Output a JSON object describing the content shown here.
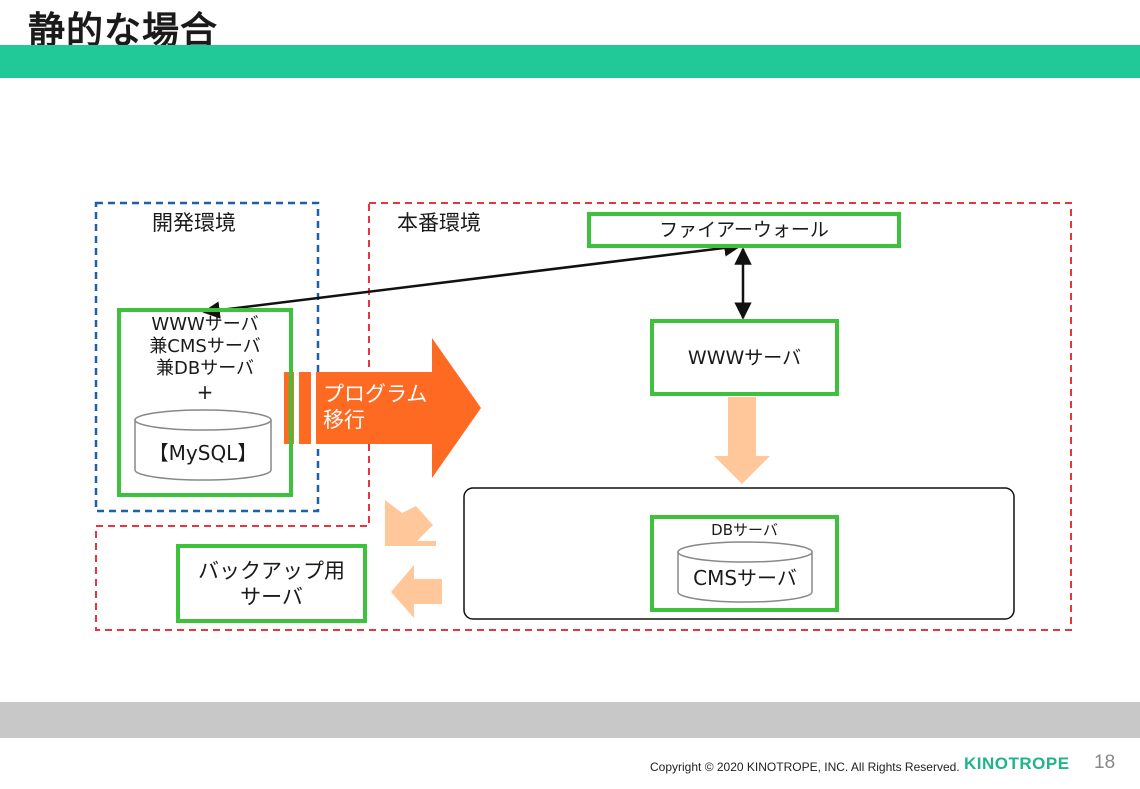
{
  "title": "静的な場合",
  "dev_env_label": "開発環境",
  "prod_env_label": "本番環境",
  "dev_server": {
    "line1": "WWWサーバ",
    "line2": "兼CMSサーバ",
    "line3": "兼DBサーバ",
    "plus": "+",
    "db": "【MySQL】"
  },
  "firewall": "ファイアーウォール",
  "www_server": "WWWサーバ",
  "db_server": {
    "label": "DBサーバ",
    "db": "CMSサーバ"
  },
  "backup_server": {
    "line1": "バックアップ用",
    "line2": "サーバ"
  },
  "migration_arrow": {
    "line1": "プログラム",
    "line2": "移行"
  },
  "footer": {
    "copyright": "Copyright © 2020 KINOTROPE, INC. All Rights Reserved.",
    "logo": "KINOTROPE",
    "page": "18"
  },
  "colors": {
    "accent": "#20c997",
    "server_border": "#3ec23e",
    "dev_dashed": "#1f5fa8",
    "prod_dashed": "#e8343a",
    "migration_arrow": "#ff6a22",
    "flow_arrow": "#ffc79a"
  }
}
